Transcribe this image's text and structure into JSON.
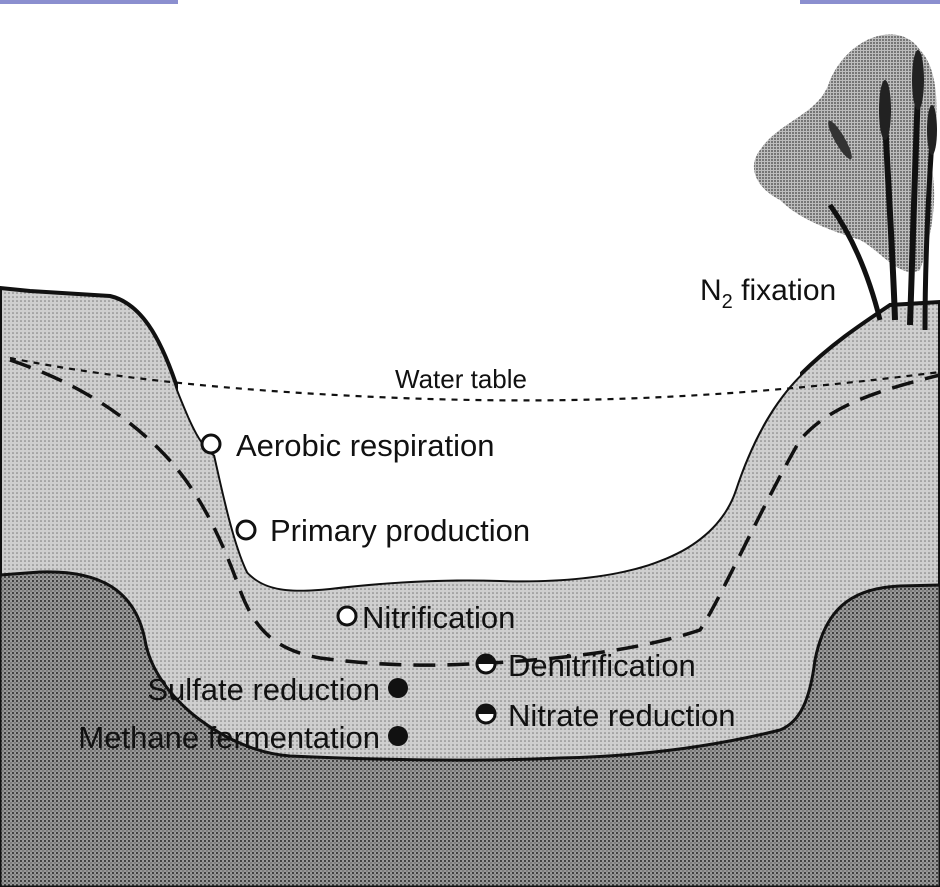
{
  "colors": {
    "top_border": "#8b8fcf",
    "oxic_zone": "#c9c9c9",
    "deep_sediment": "#8f8f8f",
    "water": "#ffffff",
    "line": "#111111"
  },
  "labels": {
    "n2_fixation_main": "N",
    "n2_fixation_sub": "2",
    "n2_fixation_rest": " fixation",
    "water_table": "Water table",
    "aerobic_respiration": "Aerobic respiration",
    "primary_production": "Primary production",
    "nitrification": "Nitrification",
    "denitrification": "Denitrification",
    "nitrate_reduction": "Nitrate reduction",
    "sulfate_reduction": "Sulfate reduction",
    "methane_fermentation": "Methane fermentation"
  },
  "legend_markers": {
    "aerobic_respiration": "open-circle",
    "primary_production": "open-circle",
    "nitrification": "open-circle",
    "denitrification": "half-filled-circle",
    "nitrate_reduction": "half-filled-circle",
    "sulfate_reduction": "filled-circle",
    "methane_fermentation": "filled-circle"
  }
}
